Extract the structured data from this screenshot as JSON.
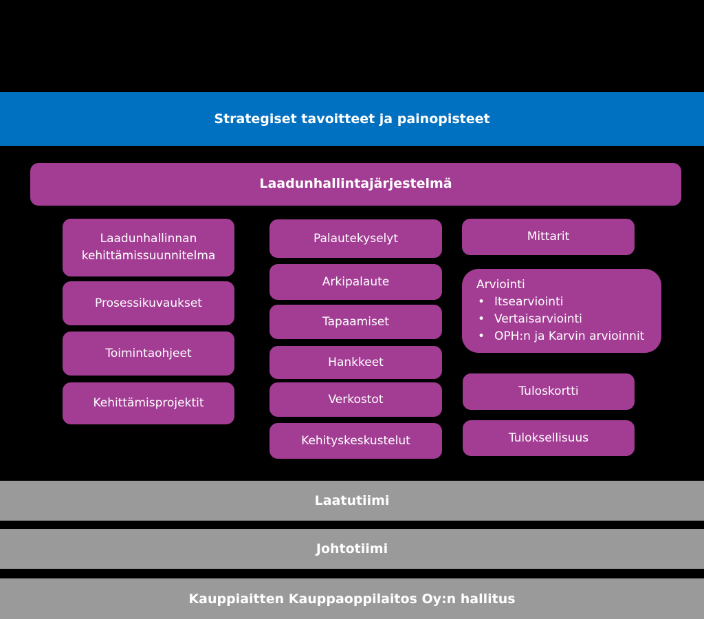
{
  "top_band": {
    "label": "Strategiset tavoitteet ja painopisteet",
    "color": "#0070C0"
  },
  "system": {
    "label": "Laadunhallintajärjestelmä",
    "color": "#A33D94"
  },
  "left_column": [
    {
      "line1": "Laadunhallinnan",
      "line2": "kehittämissuunnitelma"
    },
    {
      "line1": "Prosessikuvaukset"
    },
    {
      "line1": "Toimintaohjeet"
    },
    {
      "line1": "Kehittämisprojektit"
    }
  ],
  "middle_column": [
    "Palautekyselyt",
    "Arkipalaute",
    "Tapaamiset",
    "Hankkeet",
    "Verkostot",
    "Kehityskeskustelut"
  ],
  "right_column": {
    "mittarit": "Mittarit",
    "arviointi": {
      "title": "Arviointi",
      "items": [
        "Itsearviointi",
        "Vertaisarviointi",
        "OPH:n ja Karvin arvioinnit"
      ]
    },
    "tuloskortti": "Tuloskortti",
    "tuloksellisuus": "Tuloksellisuus"
  },
  "bottom_bands": {
    "laatutiimi": "Laatutiimi",
    "johtotiimi": "Johtotiimi",
    "hallitus": "Kauppiaitten Kauppaoppilaitos Oy:n hallitus",
    "color": "#9a9a9a"
  },
  "bullet_symbol": "•"
}
